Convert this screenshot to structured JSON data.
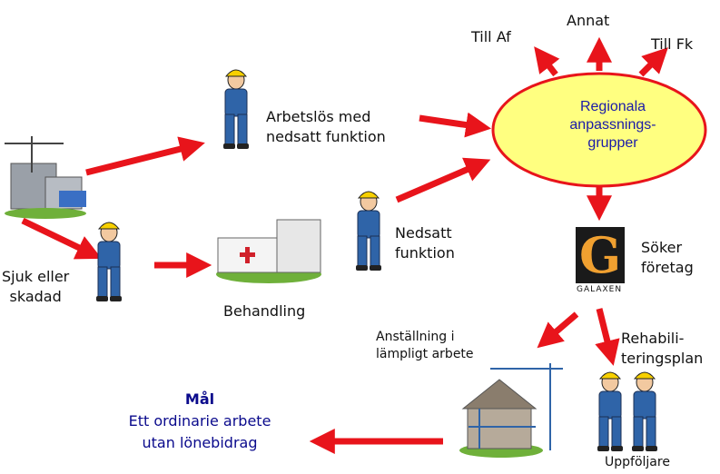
{
  "nodes": {
    "till_af": "Till Af",
    "annat": "Annat",
    "till_fk": "Till Fk",
    "regional": [
      "Regionala",
      "anpassnings-",
      "grupper"
    ],
    "arbetslos": [
      "Arbetslös med",
      "nedsatt funktion"
    ],
    "nedsatt": [
      "Nedsatt",
      "funktion"
    ],
    "soker": [
      "Söker",
      "företag"
    ],
    "logo_text": "GALAXEN",
    "sjuk": [
      "Sjuk eller",
      "skadad"
    ],
    "behandling": "Behandling",
    "anstallning": [
      "Anställning i",
      "lämpligt arbete"
    ],
    "rehab": [
      "Rehabili-",
      "teringsplan"
    ],
    "uppfoljare": "Uppföljare",
    "goal_title": "Mål",
    "goal_text": [
      "Ett ordinarie arbete",
      "utan lönebidrag"
    ]
  },
  "colors": {
    "arrow": "#e8141b",
    "ellipse_fill": "#ffff80",
    "ellipse_stroke": "#e8141b",
    "goal_text": "#0a0a8c",
    "ellipse_text": "#1a1aa8"
  },
  "icons": [
    "worker-icon",
    "construction-site-icon",
    "hospital-icon",
    "galaxen-logo",
    "building-scaffold-icon",
    "handshake-icon"
  ]
}
